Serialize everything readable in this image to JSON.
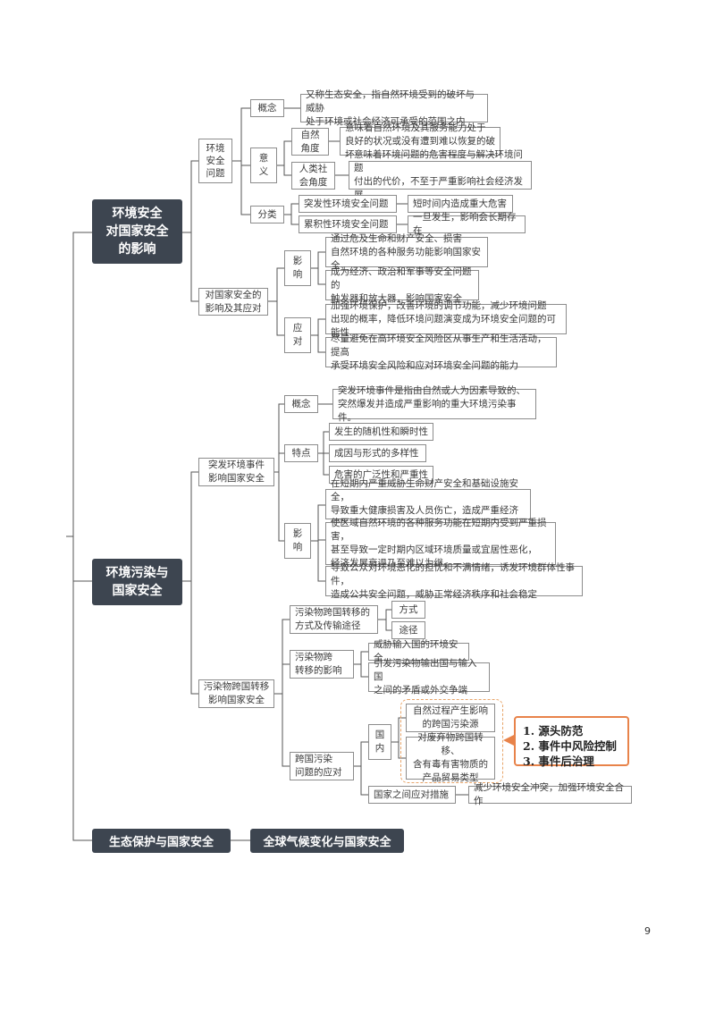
{
  "topics": {
    "env_safety": "环境安全\n对国家安全\n的影响",
    "pollution": "环境污染与\n国家安全",
    "eco": "生态保护与国家安全",
    "climate": "全球气候变化与国家安全"
  },
  "env_issue": {
    "label": "环境\n安全\n问题",
    "concept": {
      "label": "概念",
      "text": "又称生态安全，指自然环境受到的破坏与威胁\n处于环境或社会经济可承受的范围之内"
    },
    "meaning": {
      "label": "意\n义",
      "natural": {
        "label": "自然\n角度",
        "text": "意味着自然环境及其服务能力处于\n良好的状况或没有遭到难以恢复的破坏"
      },
      "social": {
        "label": "人类社\n会角度",
        "text": "意味着环境问题的危害程度与解决环境问题\n付出的代价，不至于严重影响社会经济发展"
      }
    },
    "types": {
      "label": "分类",
      "sudden": {
        "label": "突发性环境安全问题",
        "text": "短时间内造成重大危害"
      },
      "cumulative": {
        "label": "累积性环境安全问题",
        "text": "一旦发生，影响会长期存在"
      }
    }
  },
  "national_impact": {
    "label": "对国家安全的\n影响及其应对",
    "influence": {
      "label": "影\n响",
      "items": [
        "通过危及生命和财产安全、损害\n自然环境的各种服务功能影响国家安全",
        "成为经济、政治和军事等安全问题的\n触发器和放大器，影响国家安全"
      ]
    },
    "response": {
      "label": "应\n对",
      "items": [
        "加强环境保护，改善环境的调节功能，减少环境问题\n出现的概率，降低环境问题演变成为环境安全问题的可能性",
        "尽量避免在高环境安全风险区从事生产和生活活动，提高\n承受环境安全风险和应对环境安全问题的能力"
      ]
    }
  },
  "sudden_event": {
    "label": "突发环境事件\n影响国家安全",
    "concept": {
      "label": "概念",
      "text": "突发环境事件是指由自然或人为因素导致的、\n突然爆发并造成严重影响的重大环境污染事件。"
    },
    "features": {
      "label": "特点",
      "items": [
        "发生的随机性和瞬时性",
        "成因与形式的多样性",
        "危害的广泛性和严重性"
      ]
    },
    "impact": {
      "label": "影\n响",
      "items": [
        "在短期内严重威胁生命财产安全和基础设施安全，\n导致重大健康损害及人员伤亡，造成严重经济损失",
        "使区域自然环境的各种服务功能在短期内受到严重损害，\n甚至导致一定时期内区域环境质量或宜居性恶化，\n经济发展衰退乃至难以为继。",
        "导致公众对环境恶化的担忧和不满情绪，诱发环境群体性事件，\n造成公共安全问题，威胁正常经济秩序和社会稳定"
      ]
    }
  },
  "transfer": {
    "label": "污染物跨国转移\n影响国家安全",
    "mode": {
      "label": "污染物跨国转移的\n方式及传输途径",
      "items": [
        "方式",
        "途径"
      ]
    },
    "effect": {
      "label": "污染物跨\n转移的影响",
      "items": [
        "威胁输入国的环境安全",
        "引发污染物输出国与输入国\n之间的矛盾或外交争端"
      ]
    },
    "response": {
      "label": "跨国污染\n问题的应对",
      "domestic": {
        "label": "国\n内",
        "items": [
          "自然过程产生影响\n的跨国污染源",
          "对废弃物跨国转移、\n含有毒有害物质的\n产品贸易类型"
        ]
      },
      "international": {
        "label": "国家之间应对措施",
        "text": "减少环境安全冲突，加强环境安全合作"
      }
    },
    "callout": [
      "1. 源头防范",
      "2. 事件中风险控制",
      "3. 事件后治理"
    ]
  },
  "page_number": "9"
}
